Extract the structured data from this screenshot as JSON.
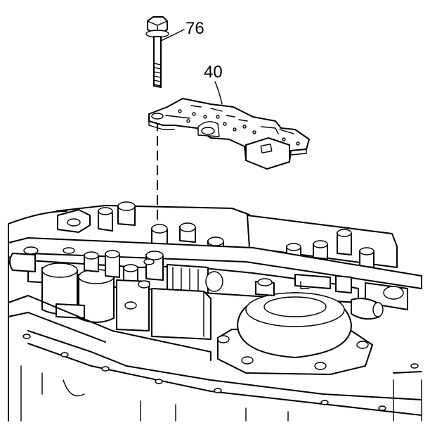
{
  "callouts": [
    {
      "id": "bolt",
      "label": "76"
    },
    {
      "id": "plate",
      "label": "40"
    }
  ],
  "colors": {
    "line": "#000000",
    "background": "#ffffff"
  }
}
